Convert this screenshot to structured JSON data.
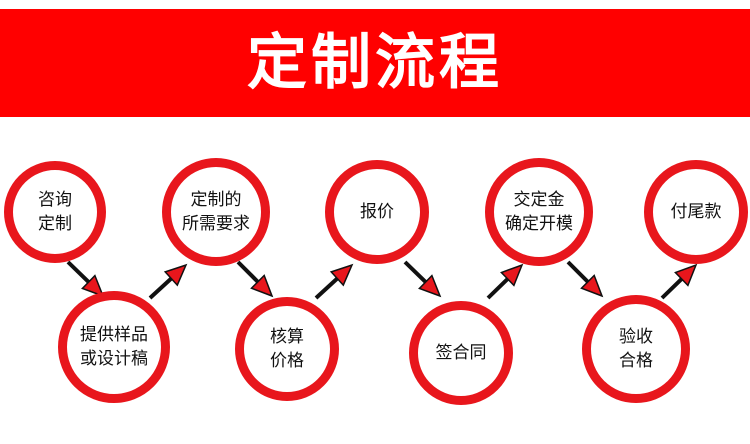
{
  "banner": {
    "title": "定制流程",
    "background": "#ff0000",
    "text_color": "#ffffff"
  },
  "colors": {
    "circle_border": "#e8161c",
    "arrow_fill": "#e8161c",
    "arrow_stroke": "#111111"
  },
  "steps": [
    {
      "lines": [
        "咨询",
        "定制"
      ]
    },
    {
      "lines": [
        "提供样品",
        "或设计稿"
      ]
    },
    {
      "lines": [
        "定制的",
        "所需要求"
      ]
    },
    {
      "lines": [
        "核算",
        "价格"
      ]
    },
    {
      "lines": [
        "报价"
      ]
    },
    {
      "lines": [
        "签合同"
      ]
    },
    {
      "lines": [
        "交定金",
        "确定开模"
      ]
    },
    {
      "lines": [
        "验收",
        "合格"
      ]
    },
    {
      "lines": [
        "付尾款"
      ]
    }
  ]
}
